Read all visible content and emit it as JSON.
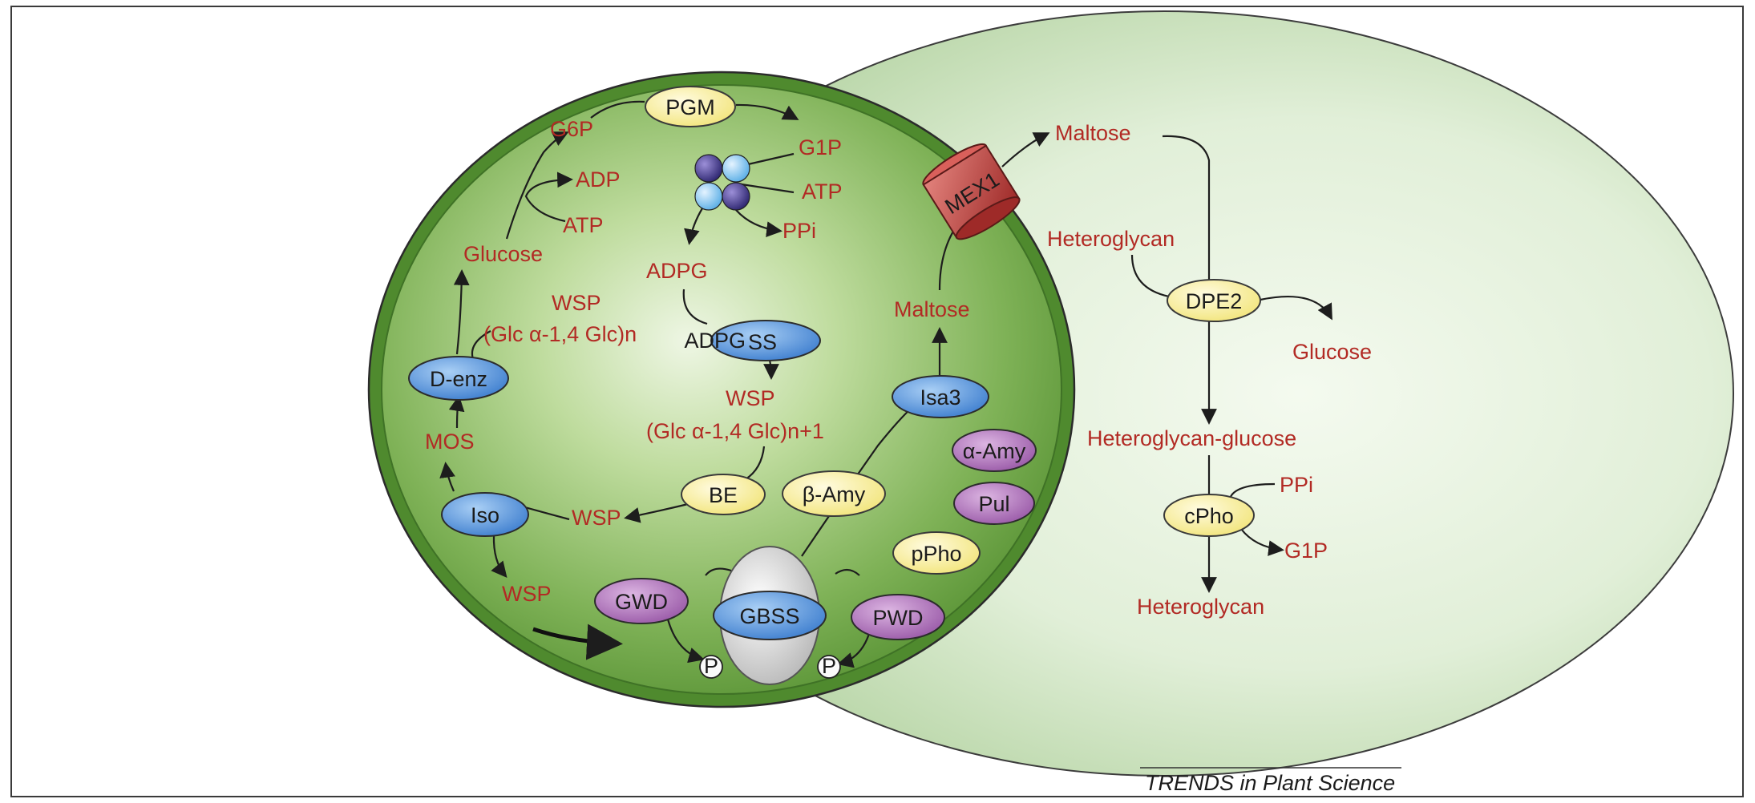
{
  "colors": {
    "metabolite": "#b22a24",
    "enzyme_blue": "#4f8fd6",
    "enzyme_yellow": "#f8ef9a",
    "enzyme_purple": "#a86bb4",
    "chloroplast": "#5f9a3a",
    "cytosol": "#d9ead0",
    "transporter": "#c8413f"
  },
  "icons": [
    "phosphate-icon",
    "starch-granule-icon",
    "agpase-tetramer-icon",
    "mex1-transporter-icon"
  ],
  "enzymes": {
    "pgm": "PGM",
    "adpgss_small": "ADPG",
    "adpgss_big": "SS",
    "d_enz": "D-enz",
    "isa3": "Isa3",
    "alpha_amy": "α-Amy",
    "be": "BE",
    "beta_amy": "β-Amy",
    "pul": "Pul",
    "iso": "Iso",
    "pphо": "pPho",
    "gwd": "GWD",
    "gbss": "GBSS",
    "pwd": "PWD",
    "dpe2": "DPE2",
    "cpho": "cPho",
    "mex1": "MEX1",
    "phosphate_left": "P",
    "phosphate_right": "P"
  },
  "metabolites": {
    "g6p": "G6P",
    "g1p": "G1P",
    "adp": "ADP",
    "atp_left": "ATP",
    "atp_right": "ATP",
    "ppi": "PPi",
    "glucose": "Glucose",
    "adpg": "ADPG",
    "wsp_top": "WSP",
    "glc_n": "(Glc α-1,4 Glc)n",
    "wsp_mid": "WSP",
    "glc_n1": "(Glc α-1,4 Glc)n+1",
    "maltose_in": "Maltose",
    "mos": "MOS",
    "wsp_iso": "WSP",
    "wsp_bottom": "WSP",
    "maltose_out": "Maltose",
    "heteroglycan_top": "Heteroglycan",
    "glucose_out": "Glucose",
    "heteroglycan_glucose": "Heteroglycan-glucose",
    "ppi_out": "PPi",
    "g1p_out": "G1P",
    "heteroglycan_bottom": "Heteroglycan"
  },
  "caption": "TRENDS in Plant Science"
}
